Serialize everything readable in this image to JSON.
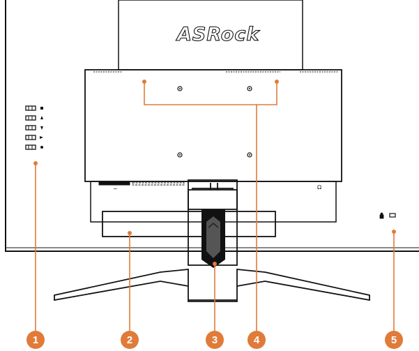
{
  "brand": {
    "logo_text": "ASRock"
  },
  "ports": {
    "power_symbol": "~",
    "headphone_symbol": "Ω"
  },
  "callouts": [
    {
      "number": "1"
    },
    {
      "number": "2"
    },
    {
      "number": "3"
    },
    {
      "number": "4"
    },
    {
      "number": "5"
    }
  ],
  "colors": {
    "accent": "#E07B39",
    "outline": "#111111"
  }
}
